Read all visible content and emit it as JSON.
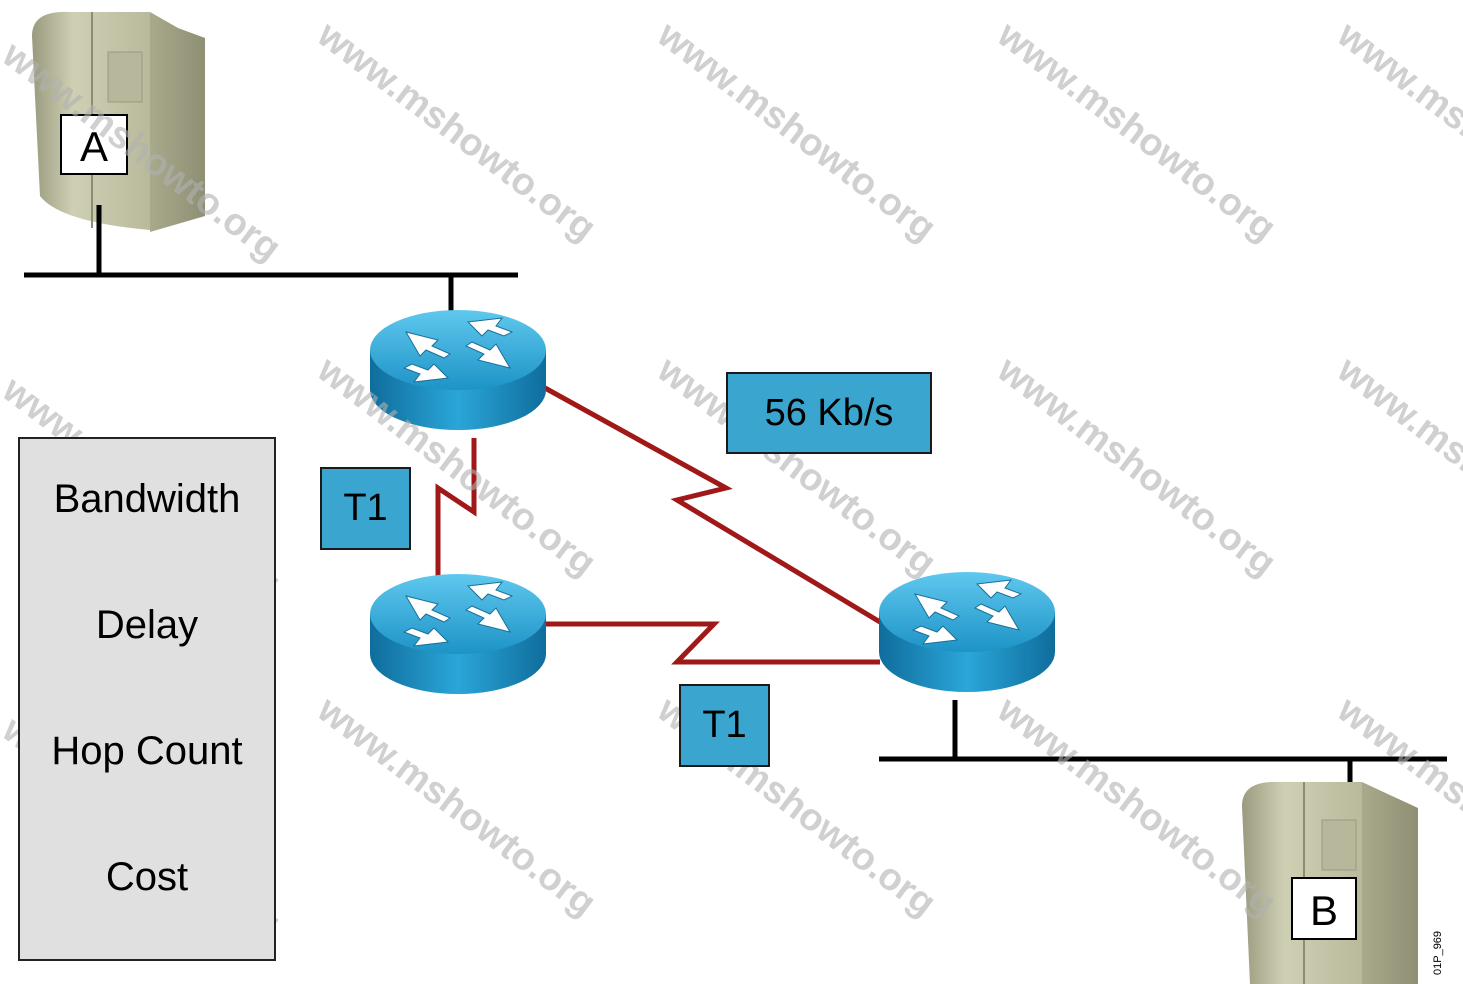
{
  "servers": {
    "a_label": "A",
    "b_label": "B"
  },
  "links": {
    "top_link_label": "56 Kb/s",
    "left_link_label": "T1",
    "bottom_link_label": "T1"
  },
  "metrics": {
    "items": [
      "Bandwidth",
      "Delay",
      "Hop Count",
      "Cost"
    ]
  },
  "watermark": "www.mshowto.org",
  "figure_code": "01P_969",
  "colors": {
    "router": "#2aa6d8",
    "link": "#a01818",
    "label_fill": "#3aa6cf",
    "panel": "#e0e0e0"
  }
}
